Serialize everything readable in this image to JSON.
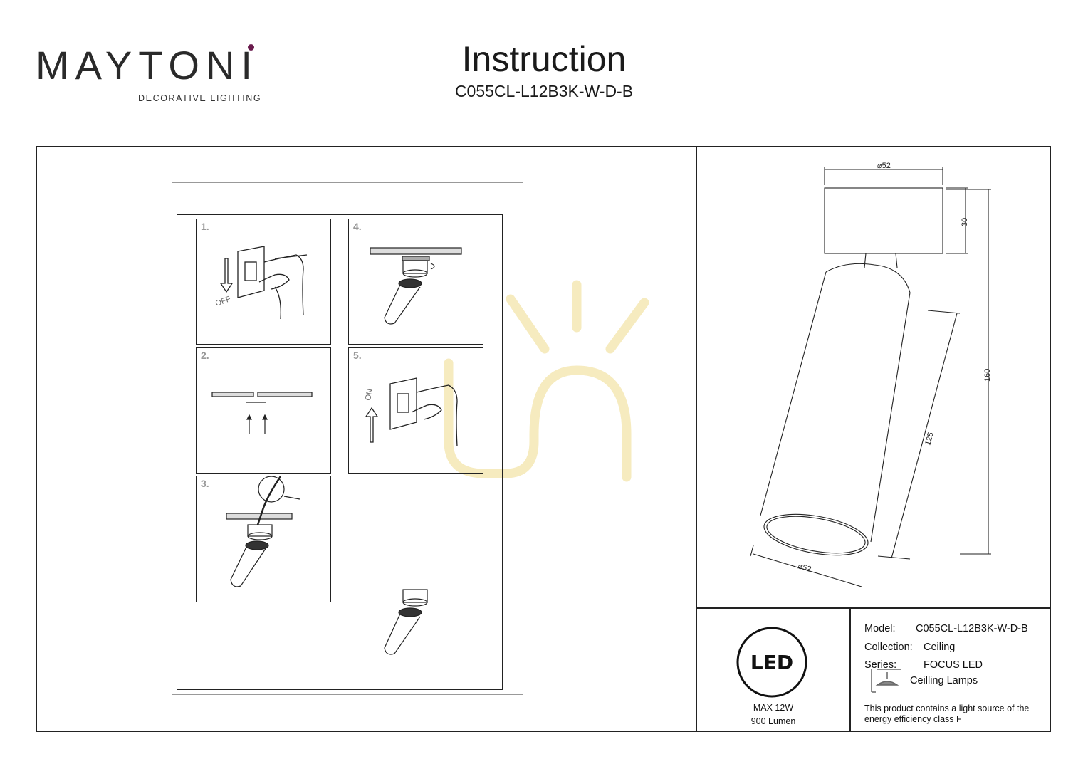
{
  "brand": {
    "logo": "MAYTONI",
    "tagline": "DECORATIVE LIGHTING"
  },
  "header": {
    "title": "Instruction",
    "model": "C055CL-L12B3K-W-D-B"
  },
  "steps": [
    {
      "num": "1.",
      "label": "OFF"
    },
    {
      "num": "2."
    },
    {
      "num": "3."
    },
    {
      "num": "4."
    },
    {
      "num": "5.",
      "label": "ON"
    }
  ],
  "dimensions": {
    "top_diameter": "⌀52",
    "base_height": "30",
    "total_height": "160",
    "body_length": "125",
    "bottom_diameter": "⌀52"
  },
  "led_badge": {
    "logo": "LED",
    "power": "MAX 12W",
    "lumen": "900 Lumen"
  },
  "specs": {
    "model_label": "Model:",
    "model_value": "C055CL-L12B3K-W-D-B",
    "collection_label": "Collection:",
    "collection_value": "Ceiling",
    "series_label": "Series:",
    "series_value": "FOCUS LED",
    "type_value": "Ceilling Lamps",
    "energy_note_1": "This product contains a light source of the",
    "energy_note_2": "energy efficiency class F"
  },
  "colors": {
    "line": "#222222",
    "step_number": "#999999",
    "logo_dot": "#6a1b4d",
    "watermark": "#f3e6a8"
  }
}
